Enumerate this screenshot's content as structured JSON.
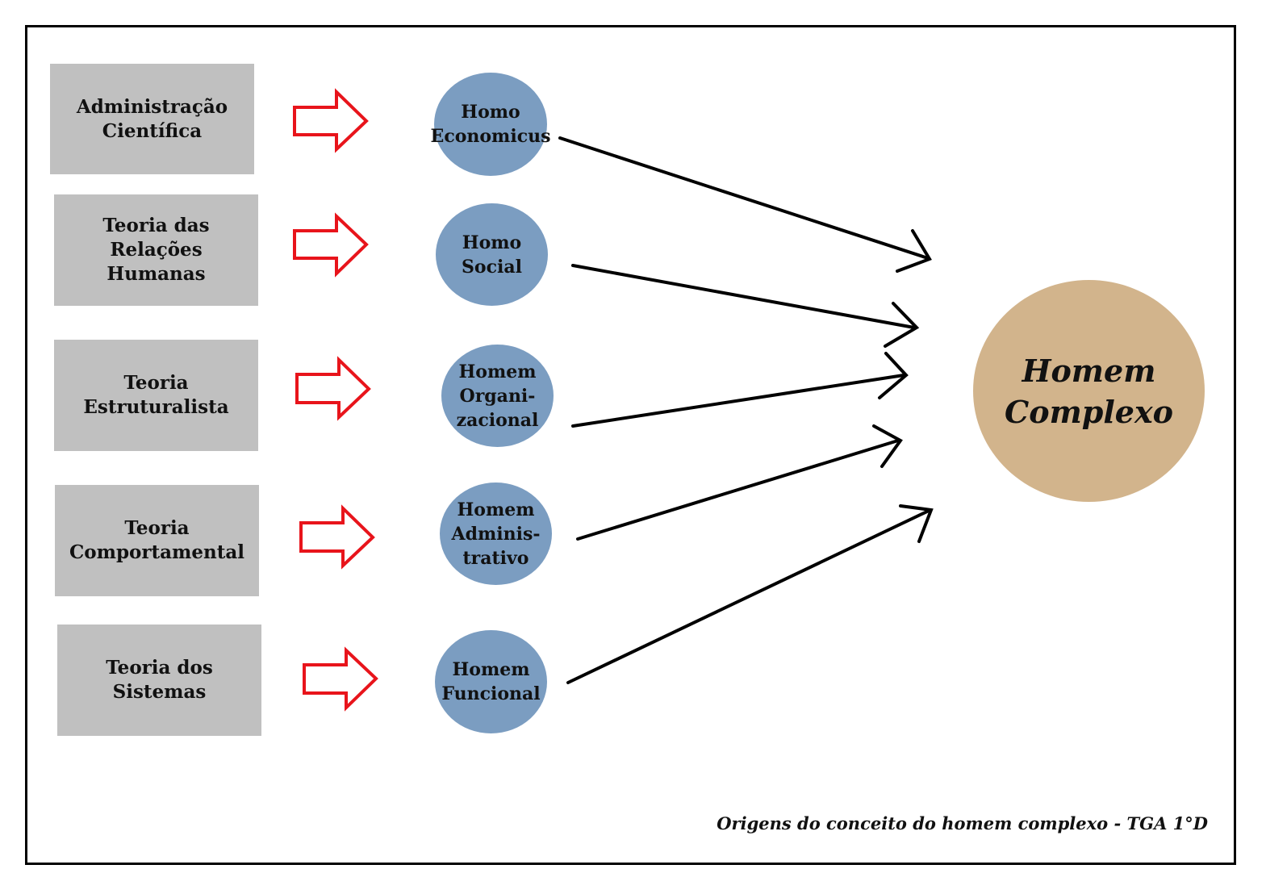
{
  "theories": [
    "Administração\nCientífica",
    "Teoria das\nRelações\nHumanas",
    "Teoria\nEstruturalista",
    "Teoria\nComportamental",
    "Teoria dos\nSistemas"
  ],
  "men": [
    "Homo\nEconomicus",
    "Homo\nSocial",
    "Homem\nOrgani-\nzacional",
    "Homem\nAdminis-\ntrativo",
    "Homem\nFuncional"
  ],
  "center": "Homem\nComplexo",
  "caption": "Origens do conceito do homem complexo - TGA 1°D",
  "colors": {
    "theory_box": "#c0c0c0",
    "man_circle": "#7b9dc1",
    "center_circle": "#d2b48c",
    "block_arrow": "#e8141b",
    "connector": "#000000"
  }
}
